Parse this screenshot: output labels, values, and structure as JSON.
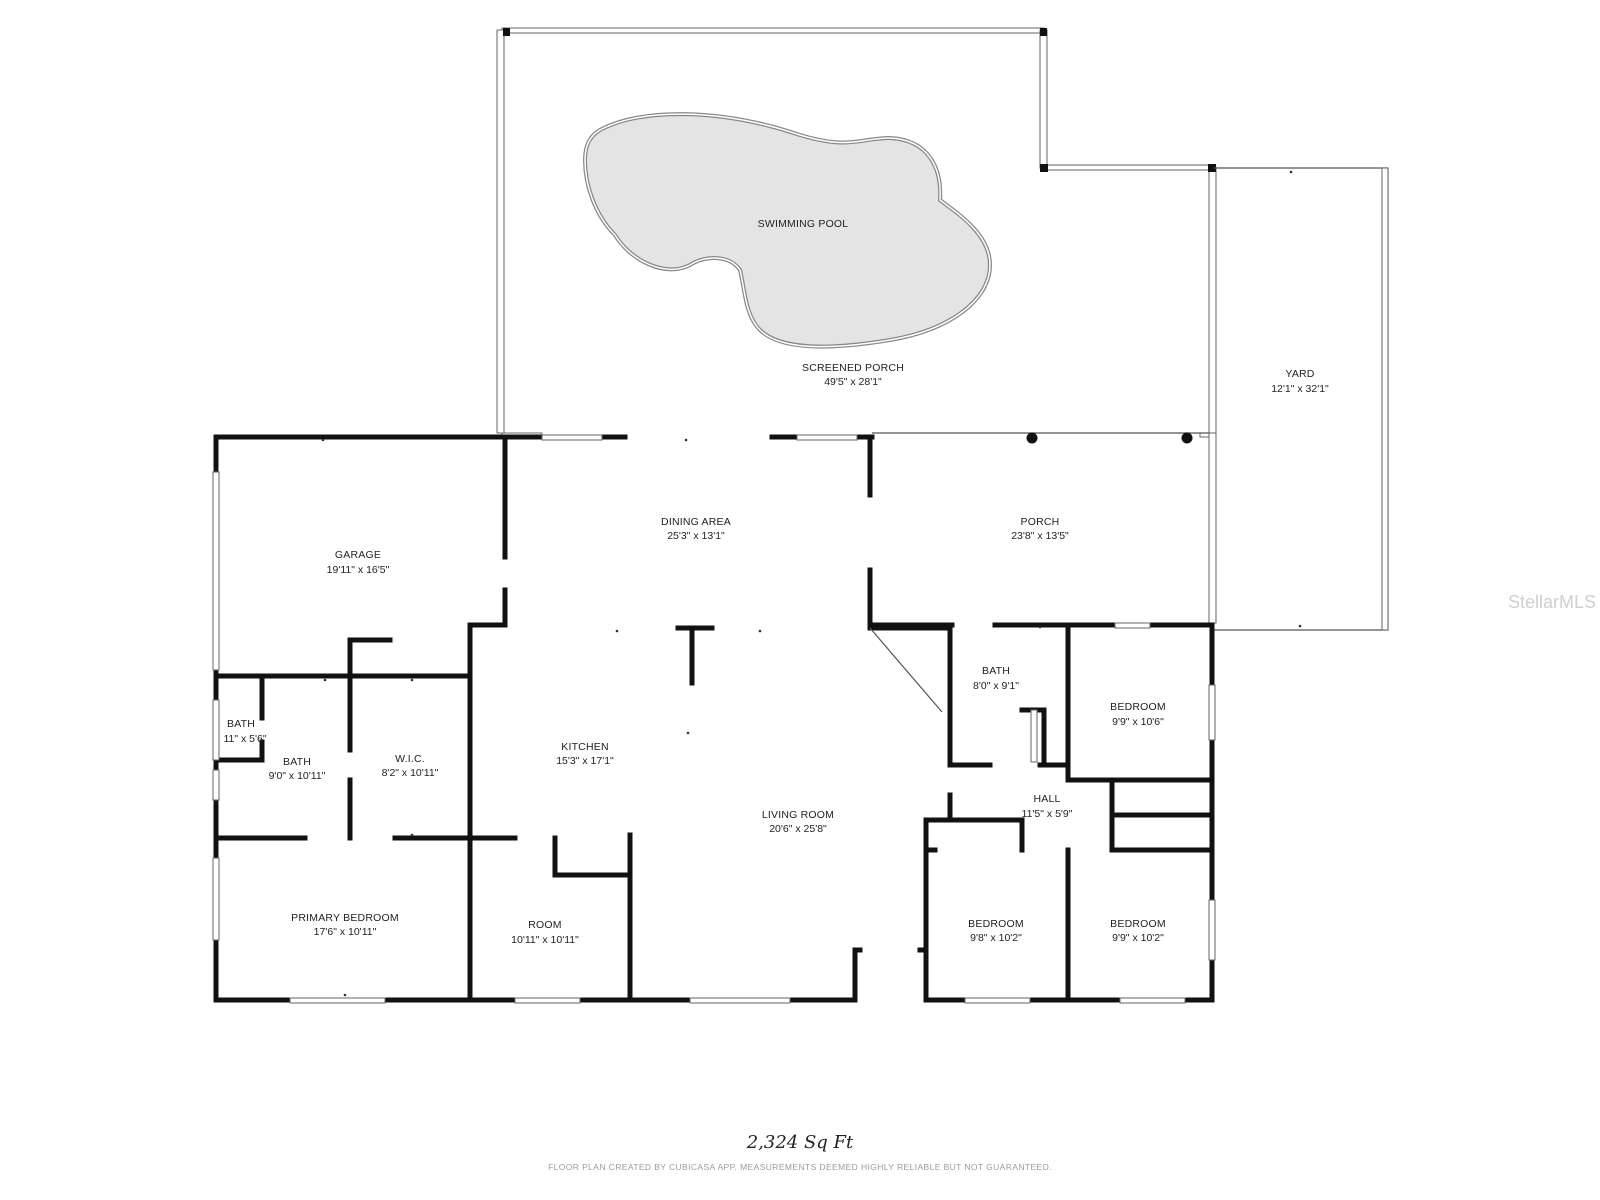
{
  "rooms": [
    {
      "id": "swimming-pool",
      "name": "SWIMMING POOL",
      "dims": ""
    },
    {
      "id": "screened-porch",
      "name": "SCREENED PORCH",
      "dims": "49'5\" x 28'1\""
    },
    {
      "id": "yard",
      "name": "YARD",
      "dims": "12'1\" x 32'1\""
    },
    {
      "id": "garage",
      "name": "GARAGE",
      "dims": "19'11\" x 16'5\""
    },
    {
      "id": "dining-area",
      "name": "DINING AREA",
      "dims": "25'3\" x 13'1\""
    },
    {
      "id": "porch",
      "name": "PORCH",
      "dims": "23'8\" x 13'5\""
    },
    {
      "id": "bath-small",
      "name": "BATH",
      "dims": "11\" x 5'6\""
    },
    {
      "id": "bath-primary",
      "name": "BATH",
      "dims": "9'0\" x 10'11\""
    },
    {
      "id": "wic",
      "name": "W.I.C.",
      "dims": "8'2\" x 10'11\""
    },
    {
      "id": "kitchen",
      "name": "KITCHEN",
      "dims": "15'3\" x 17'1\""
    },
    {
      "id": "living-room",
      "name": "LIVING ROOM",
      "dims": "20'6\" x 25'8\""
    },
    {
      "id": "bath-hall",
      "name": "BATH",
      "dims": "8'0\" x 9'1\""
    },
    {
      "id": "bedroom-ne",
      "name": "BEDROOM",
      "dims": "9'9\" x 10'6\""
    },
    {
      "id": "hall",
      "name": "HALL",
      "dims": "11'5\" x 5'9\""
    },
    {
      "id": "primary-bedroom",
      "name": "PRIMARY BEDROOM",
      "dims": "17'6\" x 10'11\""
    },
    {
      "id": "room",
      "name": "ROOM",
      "dims": "10'11\" x 10'11\""
    },
    {
      "id": "bedroom-sw",
      "name": "BEDROOM",
      "dims": "9'8\" x 10'2\""
    },
    {
      "id": "bedroom-se",
      "name": "BEDROOM",
      "dims": "9'9\" x 10'2\""
    }
  ],
  "total_area": "2,324 Sq Ft",
  "disclaimer": "FLOOR PLAN CREATED BY CUBICASA APP. MEASUREMENTS DEEMED HIGHLY RELIABLE BUT NOT GUARANTEED.",
  "watermark": "StellarMLS",
  "colors": {
    "wall": "#111111",
    "pool": "#e4e4e4",
    "background": "#ffffff"
  }
}
